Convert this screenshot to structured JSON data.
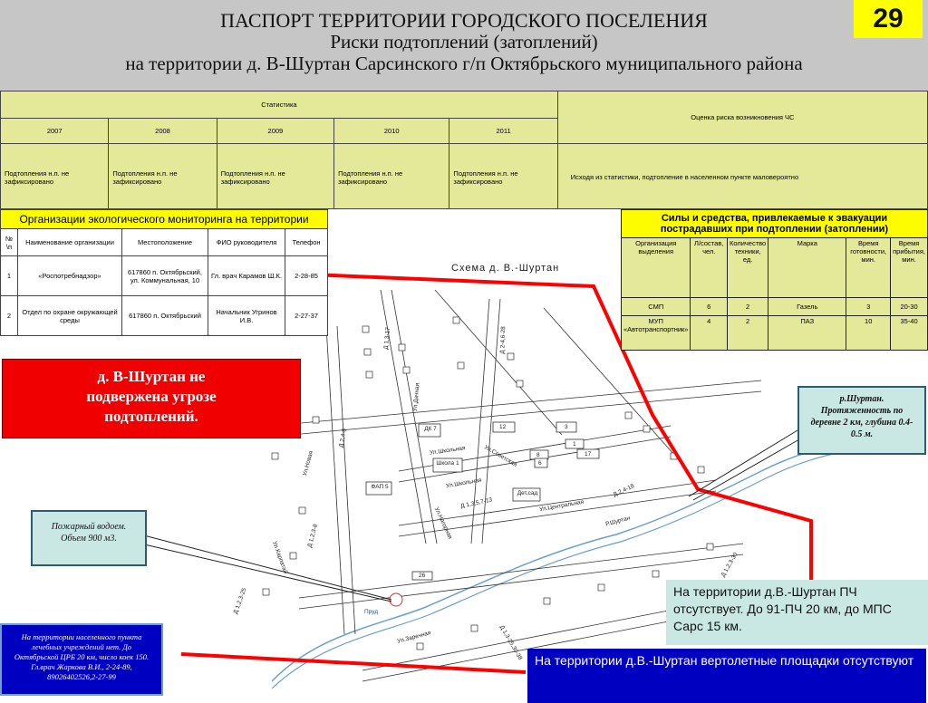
{
  "header": {
    "line1": "ПАСПОРТ ТЕРРИТОРИИ ГОРОДСКОГО ПОСЕЛЕНИЯ",
    "line2": "Риски подтоплений (затоплений)",
    "line3": "на территории д. В-Шуртан Сарсинского г/п Октябрьского муниципального района",
    "page_number": "29"
  },
  "statistics": {
    "title": "Статистика",
    "risk_header": "Оценка риска возникновения ЧС",
    "years": [
      "2007",
      "2008",
      "2009",
      "2010",
      "2011"
    ],
    "values": [
      "Подтопления н.п. не зафиксировано",
      "Подтопления н.п. не зафиксировано",
      "Подтопления н.п. не зафиксировано",
      "Подтопления н.п. не зафиксировано",
      "Подтопления н.п. не зафиксировано"
    ],
    "risk_text": "Исходя из статистики, подтопление в населенном пункте маловероятно"
  },
  "monitoring": {
    "title": "Организации экологического мониторинга на территории",
    "headers": [
      "№\\п",
      "Наименование организации",
      "Местоположение",
      "ФИО руководителя",
      "Телефон"
    ],
    "rows": [
      [
        "1",
        "«Роспотребнадзор»",
        "617860 п. Октябрьский, ул. Коммунальная, 10",
        "Гл. врач Карамов Ш.К.",
        "2-28-85"
      ],
      [
        "2",
        "Отдел по охране окружающей среды",
        "617860 п. Октябрьский",
        "Начальник Угринов И.В.",
        "2-27-37"
      ]
    ]
  },
  "forces": {
    "title": "Силы и средства, привлекаемые к эвакуации пострадавших при подтоплении (затоплении)",
    "headers": [
      "Организация выделения",
      "Л/состав, чел.",
      "Количество техники, ед.",
      "Марка",
      "Время готовности, мин.",
      "Время прибытия, мин."
    ],
    "rows": [
      [
        "СМП",
        "6",
        "2",
        "Газель",
        "3",
        "20-30"
      ],
      [
        "МУП «Автотранспортник»",
        "4",
        "2",
        "ПАЗ",
        "10",
        "35-40"
      ]
    ]
  },
  "no_flood_text": "д. В-Шуртан не подвержена угрозе подтоплений.",
  "map": {
    "title": "Схема д. В.-Шуртан",
    "labels": [
      "Д 1,3-17",
      "Д 2-4,6-28",
      "Ул.Дачная",
      "Д 2,4-6",
      "Ул.Новая",
      "ДК 7",
      "12",
      "3",
      "8",
      "1",
      "17",
      "Ул.Школьная",
      "Ул.Советская",
      "Школа 1",
      "6",
      "Ул.Школьная",
      "ФАП 5",
      "Дет.сад",
      "Д 1,3,5,7-13",
      "Ул.Нагорная",
      "Ул.Центральная",
      "Д 2,4-18",
      "Р.Шуртан",
      "Ул.Карпатай",
      "Д 1,2,3-8",
      "26",
      "Пруд",
      "Ул.Заречная",
      "Д 1,2,3-25",
      "Д 1,3-25,30-38",
      "Д 1,2,3-30"
    ]
  },
  "callouts": {
    "river": "р.Шуртан. Протяженность по деревне 2 км, глубина 0.4-0.5 м.",
    "fire": "Пожарный водоем. Объем 900 м3.",
    "medical": "На территории населенного пункта лечебных учреждений нет. До Октябрьской ЦРБ 20 км, число коек 150. Гл.врач Жаркова В.И., 2-24-89, 89026402526,2-27-99",
    "fire_station": "На территории д.В.-Шуртан ПЧ отсутствует. До 91-ПЧ 20 км, до МПС Сарс 15 км.",
    "helipad": "На территории д.В.-Шуртан вертолетные площадки отсутствуют"
  },
  "colors": {
    "header_bg": "#c6c6c6",
    "table_bg": "#e4e99a",
    "title_yellow": "#fdfd00",
    "alert_red": "#f00000",
    "callout_blue": "#0000c0",
    "callout_sea": "#c9e8e4"
  }
}
